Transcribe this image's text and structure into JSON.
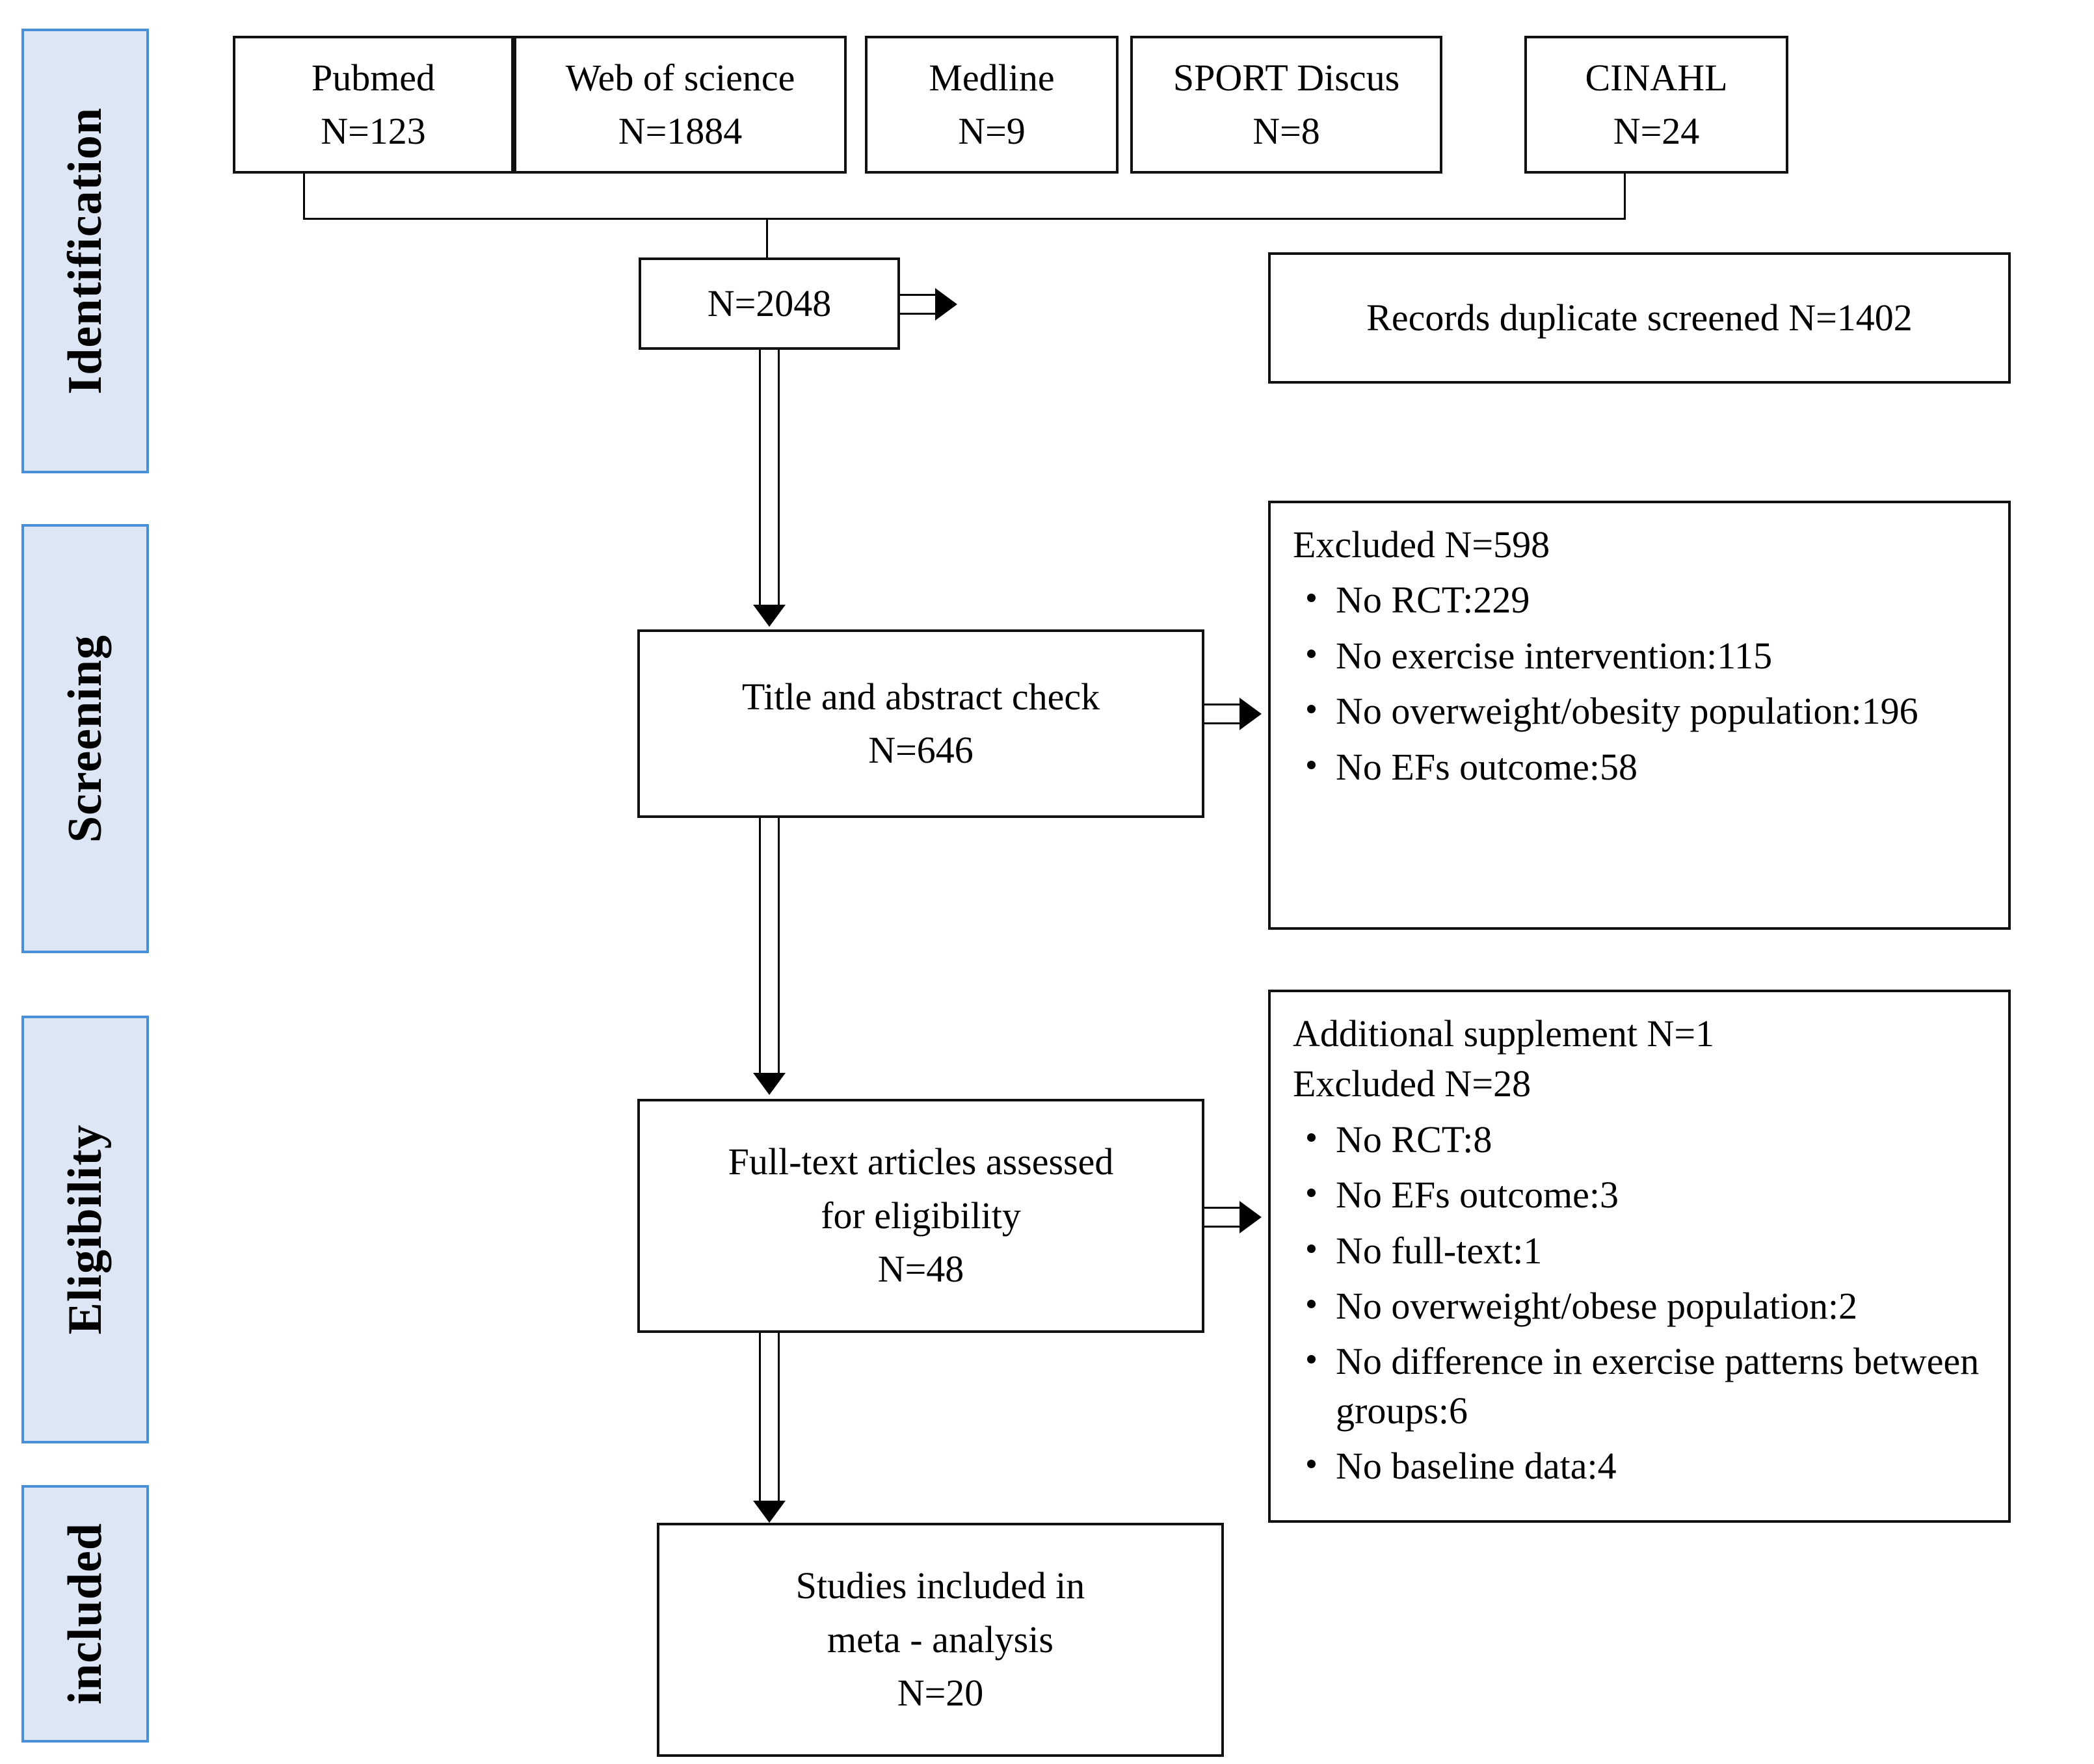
{
  "diagram": {
    "title": "PRISMA study selection flow diagram",
    "accent_color": "#4a90d9",
    "stage_fill": "#dce6f4",
    "line_color": "#111111"
  },
  "stages": [
    {
      "label": "Identification"
    },
    {
      "label": "Screening"
    },
    {
      "label": "Eligibility"
    },
    {
      "label": "included"
    }
  ],
  "sources": [
    {
      "name": "Pubmed",
      "count": "N=123"
    },
    {
      "name": "Web of science",
      "count": "N=1884"
    },
    {
      "name": "Medline",
      "count": "N=9"
    },
    {
      "name": "SPORT Discus",
      "count": "N=8"
    },
    {
      "name": "CINAHL",
      "count": "N=24"
    }
  ],
  "total_records": {
    "count": "N=2048"
  },
  "duplicates": {
    "text": "Records duplicate screened N=1402"
  },
  "screening": {
    "box": {
      "line1": "Title and abstract check",
      "line2": "N=646"
    },
    "excluded": {
      "header": "Excluded N=598",
      "items": [
        "No RCT:229",
        "No exercise intervention:115",
        "No overweight/obesity population:196",
        "No EFs outcome:58"
      ]
    }
  },
  "eligibility": {
    "box": {
      "line1": "Full-text articles assessed",
      "line2": "for eligibility",
      "line3": "N=48"
    },
    "excluded": {
      "header1": "Additional supplement N=1",
      "header2": "Excluded N=28",
      "items": [
        "No RCT:8",
        "No EFs outcome:3",
        "No full-text:1",
        "No overweight/obese population:2",
        "No difference in exercise patterns between groups:6",
        "No baseline data:4"
      ]
    }
  },
  "included": {
    "box": {
      "line1": "Studies included in",
      "line2": "meta - analysis",
      "line3": "N=20"
    }
  }
}
